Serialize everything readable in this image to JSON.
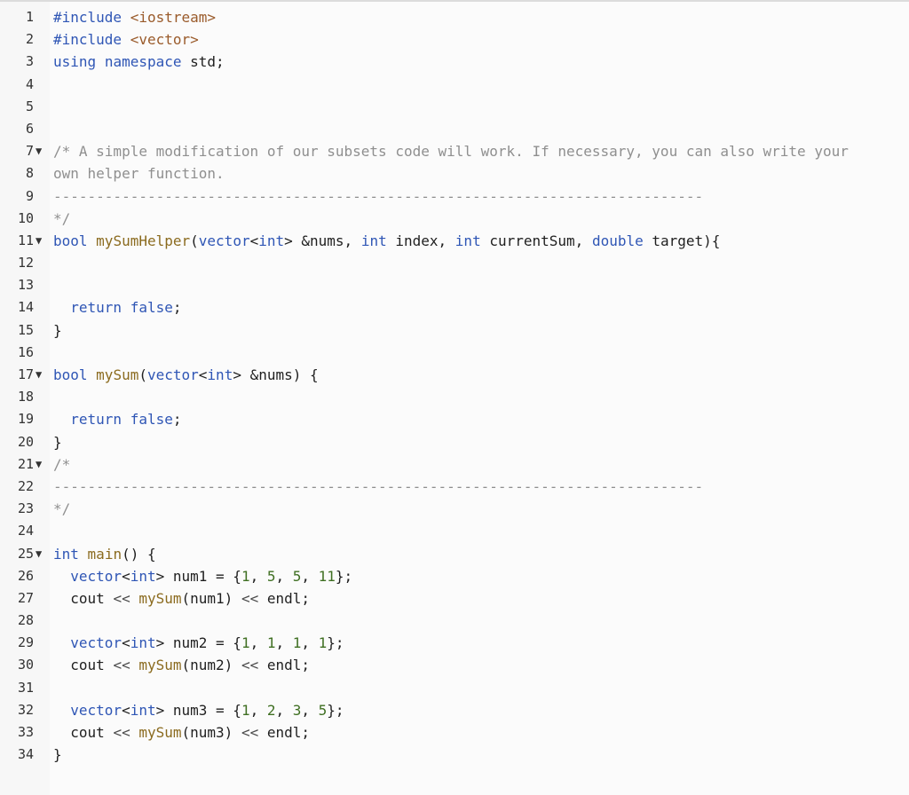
{
  "editor": {
    "lines": [
      {
        "number": "1",
        "fold": "",
        "tokens": [
          {
            "t": "#include",
            "c": "kw"
          },
          {
            "t": " "
          },
          {
            "t": "<iostream>",
            "c": "str"
          }
        ]
      },
      {
        "number": "2",
        "fold": "",
        "tokens": [
          {
            "t": "#include",
            "c": "kw"
          },
          {
            "t": " "
          },
          {
            "t": "<vector>",
            "c": "str"
          }
        ]
      },
      {
        "number": "3",
        "fold": "",
        "tokens": [
          {
            "t": "using",
            "c": "kw"
          },
          {
            "t": " "
          },
          {
            "t": "namespace",
            "c": "kw"
          },
          {
            "t": " std;"
          }
        ]
      },
      {
        "number": "4",
        "fold": "",
        "tokens": []
      },
      {
        "number": "5",
        "fold": "",
        "tokens": []
      },
      {
        "number": "6",
        "fold": "",
        "tokens": []
      },
      {
        "number": "7",
        "fold": "▼",
        "tokens": [
          {
            "t": "/* A simple modification of our subsets code will work. If necessary, you can also write your",
            "c": "cm"
          }
        ]
      },
      {
        "number": "8",
        "fold": "",
        "tokens": [
          {
            "t": "own helper function.",
            "c": "cm"
          }
        ]
      },
      {
        "number": "9",
        "fold": "",
        "tokens": [
          {
            "t": "----------------------------------------------------------------------------",
            "c": "cm"
          }
        ]
      },
      {
        "number": "10",
        "fold": "",
        "tokens": [
          {
            "t": "*/",
            "c": "cm"
          }
        ]
      },
      {
        "number": "11",
        "fold": "▼",
        "tokens": [
          {
            "t": "bool",
            "c": "kw"
          },
          {
            "t": " "
          },
          {
            "t": "mySumHelper",
            "c": "fn"
          },
          {
            "t": "("
          },
          {
            "t": "vector",
            "c": "kw"
          },
          {
            "t": "<"
          },
          {
            "t": "int",
            "c": "kw"
          },
          {
            "t": "> &nums, "
          },
          {
            "t": "int",
            "c": "kw"
          },
          {
            "t": " index, "
          },
          {
            "t": "int",
            "c": "kw"
          },
          {
            "t": " currentSum, "
          },
          {
            "t": "double",
            "c": "kw"
          },
          {
            "t": " target){"
          }
        ]
      },
      {
        "number": "12",
        "fold": "",
        "tokens": []
      },
      {
        "number": "13",
        "fold": "",
        "tokens": []
      },
      {
        "number": "14",
        "fold": "",
        "tokens": [
          {
            "t": "  "
          },
          {
            "t": "return",
            "c": "kw"
          },
          {
            "t": " "
          },
          {
            "t": "false",
            "c": "kw"
          },
          {
            "t": ";"
          }
        ]
      },
      {
        "number": "15",
        "fold": "",
        "tokens": [
          {
            "t": "}"
          }
        ]
      },
      {
        "number": "16",
        "fold": "",
        "tokens": []
      },
      {
        "number": "17",
        "fold": "▼",
        "tokens": [
          {
            "t": "bool",
            "c": "kw"
          },
          {
            "t": " "
          },
          {
            "t": "mySum",
            "c": "fn"
          },
          {
            "t": "("
          },
          {
            "t": "vector",
            "c": "kw"
          },
          {
            "t": "<"
          },
          {
            "t": "int",
            "c": "kw"
          },
          {
            "t": "> &nums) {"
          }
        ]
      },
      {
        "number": "18",
        "fold": "",
        "tokens": []
      },
      {
        "number": "19",
        "fold": "",
        "tokens": [
          {
            "t": "  "
          },
          {
            "t": "return",
            "c": "kw"
          },
          {
            "t": " "
          },
          {
            "t": "false",
            "c": "kw"
          },
          {
            "t": ";"
          }
        ]
      },
      {
        "number": "20",
        "fold": "",
        "tokens": [
          {
            "t": "}"
          }
        ]
      },
      {
        "number": "21",
        "fold": "▼",
        "tokens": [
          {
            "t": "/*",
            "c": "cm"
          }
        ]
      },
      {
        "number": "22",
        "fold": "",
        "tokens": [
          {
            "t": "----------------------------------------------------------------------------",
            "c": "cm"
          }
        ]
      },
      {
        "number": "23",
        "fold": "",
        "tokens": [
          {
            "t": "*/",
            "c": "cm"
          }
        ]
      },
      {
        "number": "24",
        "fold": "",
        "tokens": []
      },
      {
        "number": "25",
        "fold": "▼",
        "tokens": [
          {
            "t": "int",
            "c": "kw"
          },
          {
            "t": " "
          },
          {
            "t": "main",
            "c": "fn"
          },
          {
            "t": "() {"
          }
        ]
      },
      {
        "number": "26",
        "fold": "",
        "tokens": [
          {
            "t": "  "
          },
          {
            "t": "vector",
            "c": "kw"
          },
          {
            "t": "<"
          },
          {
            "t": "int",
            "c": "kw"
          },
          {
            "t": "> num1 = {"
          },
          {
            "t": "1",
            "c": "num"
          },
          {
            "t": ", "
          },
          {
            "t": "5",
            "c": "num"
          },
          {
            "t": ", "
          },
          {
            "t": "5",
            "c": "num"
          },
          {
            "t": ", "
          },
          {
            "t": "11",
            "c": "num"
          },
          {
            "t": "};"
          }
        ]
      },
      {
        "number": "27",
        "fold": "",
        "tokens": [
          {
            "t": "  cout "
          },
          {
            "t": "<<",
            "c": "op"
          },
          {
            "t": " "
          },
          {
            "t": "mySum",
            "c": "fn"
          },
          {
            "t": "(num1) "
          },
          {
            "t": "<<",
            "c": "op"
          },
          {
            "t": " endl;"
          }
        ]
      },
      {
        "number": "28",
        "fold": "",
        "tokens": []
      },
      {
        "number": "29",
        "fold": "",
        "tokens": [
          {
            "t": "  "
          },
          {
            "t": "vector",
            "c": "kw"
          },
          {
            "t": "<"
          },
          {
            "t": "int",
            "c": "kw"
          },
          {
            "t": "> num2 = {"
          },
          {
            "t": "1",
            "c": "num"
          },
          {
            "t": ", "
          },
          {
            "t": "1",
            "c": "num"
          },
          {
            "t": ", "
          },
          {
            "t": "1",
            "c": "num"
          },
          {
            "t": ", "
          },
          {
            "t": "1",
            "c": "num"
          },
          {
            "t": "};"
          }
        ]
      },
      {
        "number": "30",
        "fold": "",
        "tokens": [
          {
            "t": "  cout "
          },
          {
            "t": "<<",
            "c": "op"
          },
          {
            "t": " "
          },
          {
            "t": "mySum",
            "c": "fn"
          },
          {
            "t": "(num2) "
          },
          {
            "t": "<<",
            "c": "op"
          },
          {
            "t": " endl;"
          }
        ]
      },
      {
        "number": "31",
        "fold": "",
        "tokens": []
      },
      {
        "number": "32",
        "fold": "",
        "tokens": [
          {
            "t": "  "
          },
          {
            "t": "vector",
            "c": "kw"
          },
          {
            "t": "<"
          },
          {
            "t": "int",
            "c": "kw"
          },
          {
            "t": "> num3 = {"
          },
          {
            "t": "1",
            "c": "num"
          },
          {
            "t": ", "
          },
          {
            "t": "2",
            "c": "num"
          },
          {
            "t": ", "
          },
          {
            "t": "3",
            "c": "num"
          },
          {
            "t": ", "
          },
          {
            "t": "5",
            "c": "num"
          },
          {
            "t": "};"
          }
        ]
      },
      {
        "number": "33",
        "fold": "",
        "tokens": [
          {
            "t": "  cout "
          },
          {
            "t": "<<",
            "c": "op"
          },
          {
            "t": " "
          },
          {
            "t": "mySum",
            "c": "fn"
          },
          {
            "t": "(num3) "
          },
          {
            "t": "<<",
            "c": "op"
          },
          {
            "t": " endl;"
          }
        ]
      },
      {
        "number": "34",
        "fold": "",
        "tokens": [
          {
            "t": "}"
          }
        ]
      }
    ]
  }
}
